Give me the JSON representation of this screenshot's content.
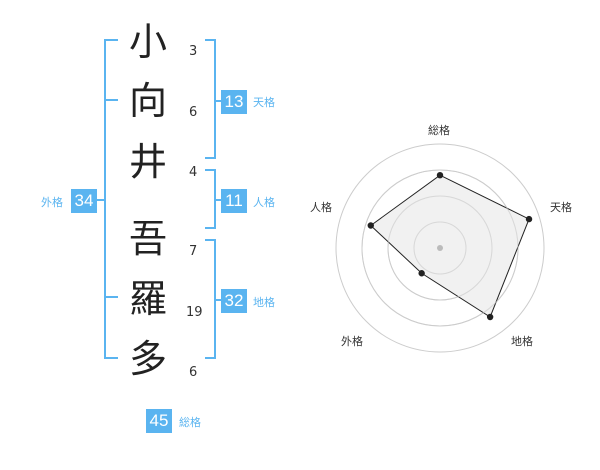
{
  "name": {
    "characters": [
      {
        "char": "小",
        "strokes": "3"
      },
      {
        "char": "向",
        "strokes": "6"
      },
      {
        "char": "井",
        "strokes": "4"
      },
      {
        "char": "吾",
        "strokes": "7"
      },
      {
        "char": "羅",
        "strokes": "19"
      },
      {
        "char": "多",
        "strokes": "6"
      }
    ]
  },
  "fortunes": {
    "tenkaku": {
      "value": "13",
      "label": "天格"
    },
    "jinkaku": {
      "value": "11",
      "label": "人格"
    },
    "chikaku": {
      "value": "32",
      "label": "地格"
    },
    "gaikaku": {
      "value": "34",
      "label": "外格"
    },
    "soukaku": {
      "value": "45",
      "label": "総格"
    }
  },
  "chart_data": {
    "type": "radar",
    "axes": [
      "総格",
      "天格",
      "地格",
      "外格",
      "人格"
    ],
    "values": [
      0.7,
      0.9,
      0.82,
      0.3,
      0.7
    ],
    "rings": 4,
    "colors": {
      "fill": "#eeeeee",
      "line": "#222222",
      "ring": "#cccccc",
      "center": "#bbbbbb"
    }
  },
  "colors": {
    "accent": "#5ab4f0"
  }
}
